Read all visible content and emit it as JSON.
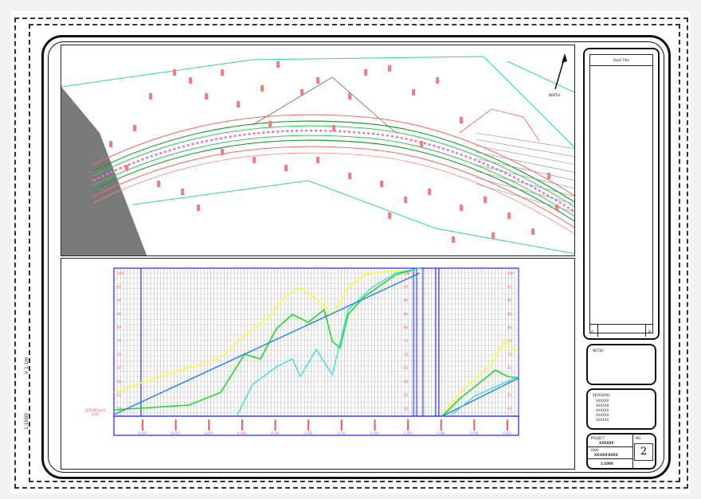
{
  "sheet": {
    "scale_note": "V 1:1m",
    "side_note": "1:1000",
    "sheet_number": "2"
  },
  "title_block": {
    "header": "Road Title",
    "row_label_left": "A",
    "row_label_right": "B",
    "notes_header": "NOTES",
    "revisions_header": "REVISIONS",
    "revisions": [
      "XXXXXX",
      "XXXXXX",
      "XXXXXX",
      "XXXXXX",
      "XXXXXX"
    ],
    "project_label": "PROJECT",
    "project_value": "XXXXXX",
    "drawing_label": "DWG",
    "drawing_value": "XX-XXX-XXXX",
    "scale_label": "1:1000",
    "sheet_label": "NO."
  },
  "plan": {
    "north_label": "NORTH"
  },
  "profile": {
    "datum_label": "DATUM ELEV",
    "datum_value": "0.00",
    "left_elevations": [
      "100",
      "95",
      "90",
      "85",
      "80",
      "75",
      "70",
      "65",
      "60",
      "55",
      "50"
    ],
    "right_elevations": [
      "100",
      "95",
      "90",
      "85",
      "80",
      "75",
      "70",
      "65",
      "60",
      "55",
      "50"
    ],
    "stations": [
      "0+00",
      "0+20",
      "0+40",
      "0+60",
      "0+80",
      "1+00",
      "1+20",
      "1+40",
      "1+60",
      "1+80",
      "2+00",
      "2+20"
    ],
    "colors": {
      "grid": "#111111",
      "frame": "#1a1aff",
      "existing": "#ffff33",
      "proposed": "#22dd22",
      "centerline": "#1e7fff",
      "offset": "#22dddd",
      "text": "#ff5555"
    }
  }
}
